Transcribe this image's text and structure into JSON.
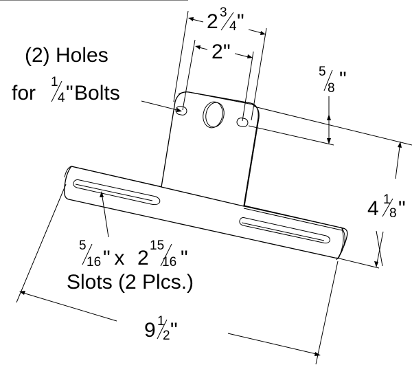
{
  "diagram": {
    "type": "bracket-dimension-drawing",
    "subject": "License plate mounting bracket",
    "line_color": "#000000",
    "background": "#ffffff"
  },
  "labels": {
    "hole_spacing_outer": {
      "whole": "2",
      "num": "3",
      "den": "4",
      "unit": "\""
    },
    "hole_spacing_inner": {
      "whole": "2",
      "unit": "\""
    },
    "holes_line1": "(2) Holes",
    "holes_line2_prefix": "for ",
    "holes_bolt": {
      "num": "1",
      "den": "4",
      "unit": "\""
    },
    "holes_line2_suffix": " Bolts",
    "hole_offset": {
      "num": "5",
      "den": "8",
      "unit": "\""
    },
    "height": {
      "whole": "4",
      "num": "1",
      "den": "8",
      "unit": "\""
    },
    "slot_width": {
      "num": "5",
      "den": "16",
      "unit": "\""
    },
    "slot_times": " x ",
    "slot_length": {
      "whole": "2",
      "num": "15",
      "den": "16",
      "unit": "\""
    },
    "slots_line2": "Slots (2 Plcs.)",
    "overall_width": {
      "whole": "9",
      "num": "1",
      "den": "2",
      "unit": "\""
    }
  }
}
